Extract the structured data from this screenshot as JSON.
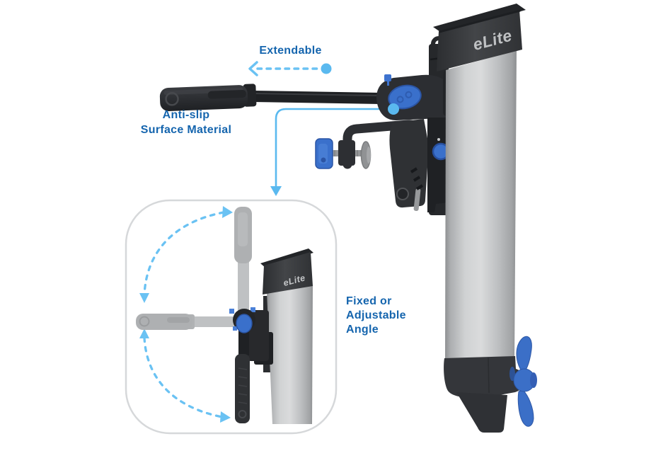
{
  "labels": {
    "extendable": "Extendable",
    "anti_slip": "Anti-slip\nSurface Material",
    "fixed_angle": "Fixed or\nAdjustable\nAngle"
  },
  "brand": {
    "logo": "eLite"
  },
  "colors": {
    "label_text": "#1565ae",
    "arrow_light_blue": "#66c1f2",
    "callout_blue": "#5ab9ef",
    "accent_knob_blue": "#3a70cb",
    "propeller_blue": "#3b6fc7",
    "product_dark": "#2e3034",
    "product_silver": "#c9cbcd",
    "ghost_gray": "#b2b4b6",
    "inset_border": "#d6d8da",
    "background": "#ffffff"
  },
  "icons": {
    "extendable_arrow": "dashed-left-arrow-icon",
    "callout_connector": "elbow-down-arrow-icon",
    "rotation_arc_upper": "curved-rotation-arrow-icon",
    "rotation_arc_lower": "curved-rotation-arrow-icon"
  }
}
